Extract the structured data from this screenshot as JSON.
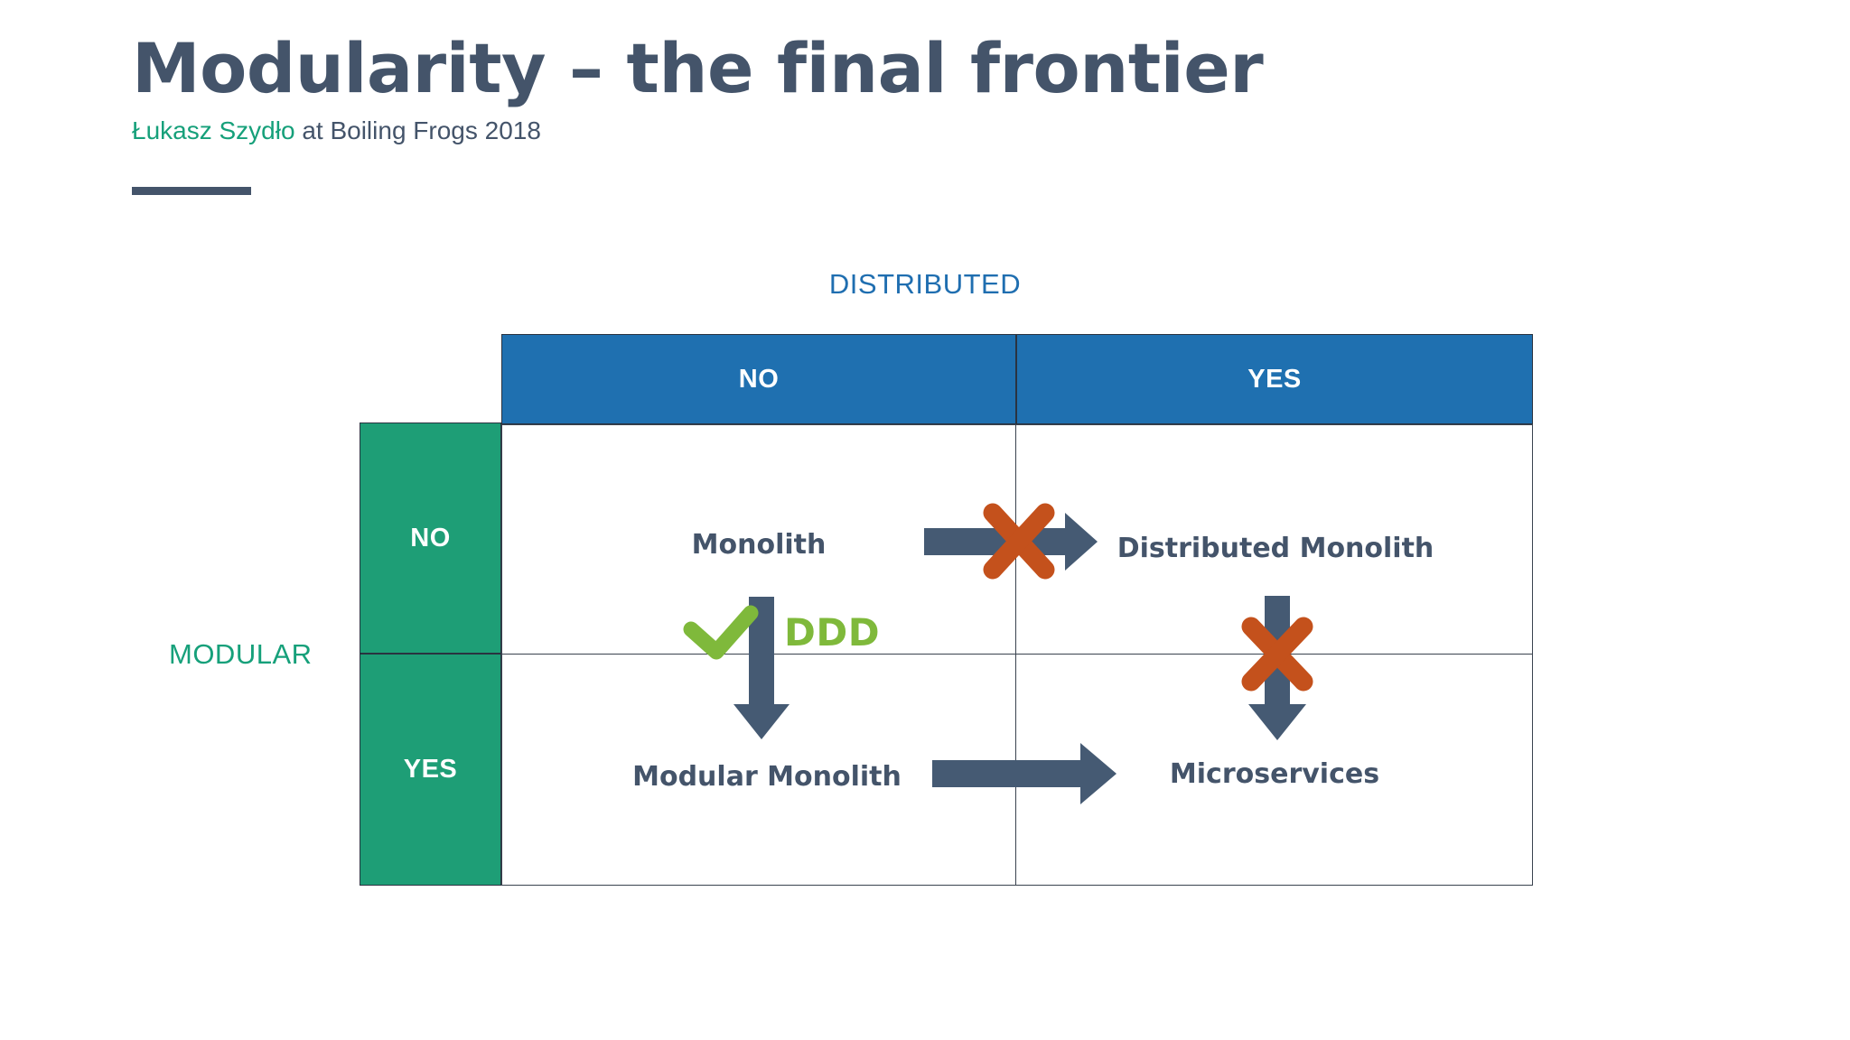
{
  "slide": {
    "title": "Modularity – the final frontier",
    "subtitle_author": "Łukasz Szydło",
    "subtitle_rest": " at Boiling Frogs 2018"
  },
  "matrix": {
    "column_axis_label": "DISTRIBUTED",
    "row_axis_label": "MODULAR",
    "column_headers": [
      "NO",
      "YES"
    ],
    "row_headers": [
      "NO",
      "YES"
    ],
    "cells": {
      "no_no": "Monolith",
      "no_yes": "Distributed Monolith",
      "yes_no": "Modular Monolith",
      "yes_yes": "Microservices"
    },
    "annotations": {
      "ddd_label": "DDD",
      "check_icon": "check-icon",
      "cross_icon_top": "cross-icon",
      "cross_icon_right": "cross-icon",
      "arrow_top_right": "arrow-right-icon",
      "arrow_bottom_right": "arrow-right-icon",
      "arrow_down_left": "arrow-down-icon",
      "arrow_down_right": "arrow-down-icon"
    }
  },
  "colors": {
    "title": "#44546a",
    "author_green": "#16a07a",
    "header_blue": "#1f70b0",
    "axis_blue": "#1f6eb0",
    "row_green": "#1e9e76",
    "arrow_slate": "#455a73",
    "cross_orange": "#c4511c",
    "check_green": "#7fb93b",
    "ddd_green": "#7fb93b",
    "grid_line": "#3a434f",
    "background": "#ffffff"
  }
}
